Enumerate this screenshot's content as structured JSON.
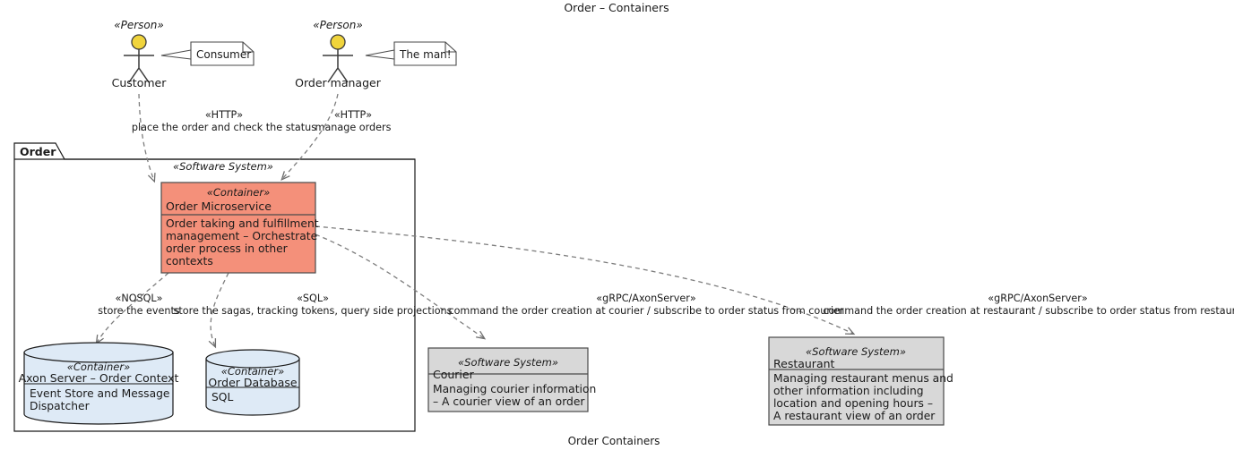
{
  "diagram": {
    "title": "Order – Containers",
    "caption": "Order Containers",
    "package_label": "Order",
    "colors": {
      "container_accent": "#F4907A",
      "datastore_fill": "#DEEAF6",
      "system_fill": "#D8D8D8",
      "person_head": "#F0D43C",
      "edge_stroke": "#7d7d7d",
      "border": "#4a4a4a"
    }
  },
  "actors": [
    {
      "stereotype": "«Person»",
      "name": "Customer",
      "note": "Consumer"
    },
    {
      "stereotype": "«Person»",
      "name": "Order manager",
      "note": "The man!"
    }
  ],
  "nodes": {
    "order_microservice": {
      "stereotype": "«Container»",
      "name": "Order Microservice",
      "description": [
        "Order taking and fulfillment",
        "management – Orchestrate",
        "order process in other",
        "contexts"
      ],
      "outer_stereotype": "«Software System»"
    },
    "axon_server": {
      "stereotype": "«Container»",
      "name": "Axon Server – Order Context",
      "description": [
        "Event Store and Message",
        "Dispatcher"
      ]
    },
    "order_database": {
      "stereotype": "«Container»",
      "name": "Order Database",
      "description": [
        "SQL"
      ]
    },
    "courier": {
      "stereotype": "«Software System»",
      "name": "Courier",
      "description": [
        "Managing courier information",
        "– A courier view of an order"
      ]
    },
    "restaurant": {
      "stereotype": "«Software System»",
      "name": "Restaurant",
      "description": [
        "Managing restaurant menus and",
        "other information including",
        "location and opening hours –",
        "A restaurant view of an order"
      ]
    }
  },
  "edges": [
    {
      "id": "customer-to-service",
      "stereotype": "«HTTP»",
      "label": "place the order and check the status"
    },
    {
      "id": "manager-to-service",
      "stereotype": "«HTTP»",
      "label": "manage orders"
    },
    {
      "id": "service-to-axon",
      "stereotype": "«NOSQL»",
      "label": "store the events"
    },
    {
      "id": "service-to-db",
      "stereotype": "«SQL»",
      "label": "store the sagas, tracking tokens, query side projections"
    },
    {
      "id": "service-to-courier",
      "stereotype": "«gRPC/AxonServer»",
      "label": "command the order creation at courier / subscribe to order status from courier"
    },
    {
      "id": "service-to-restaurant",
      "stereotype": "«gRPC/AxonServer»",
      "label": "command the order creation at restaurant / subscribe to order status from restaurant"
    }
  ]
}
